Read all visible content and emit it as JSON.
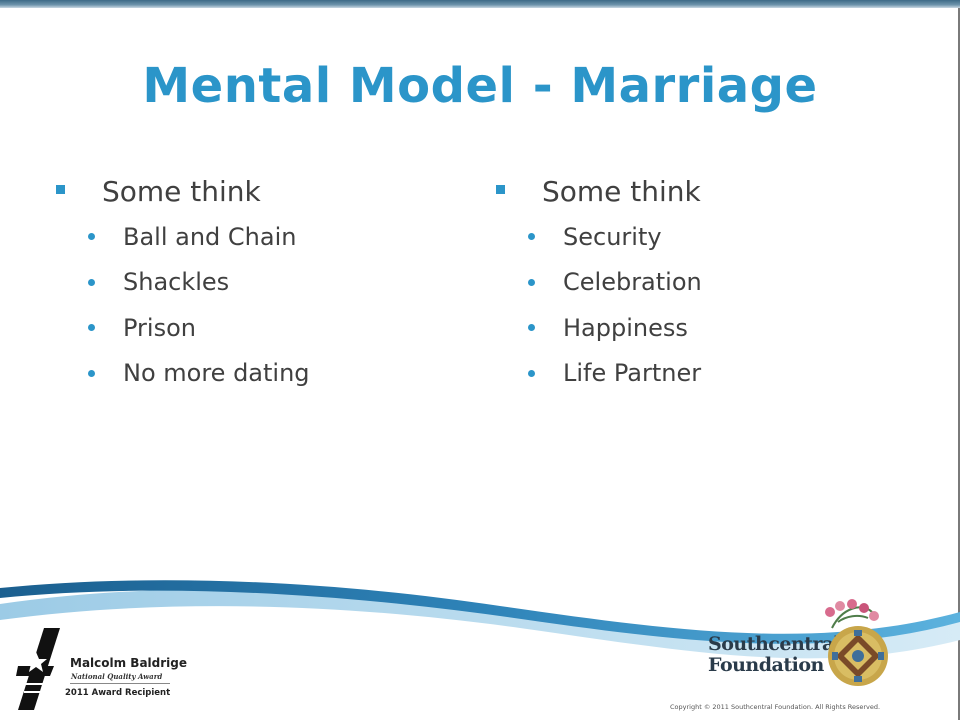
{
  "slide": {
    "title": "Mental Model - Marriage",
    "left_column": {
      "heading": "Some think",
      "items": [
        "Ball and Chain",
        "Shackles",
        "Prison",
        "No more dating"
      ]
    },
    "right_column": {
      "heading": "Some think",
      "items": [
        "Security",
        "Celebration",
        "Happiness",
        "Life Partner"
      ]
    }
  },
  "footer": {
    "baldrige_logo": {
      "name": "Malcolm Baldrige",
      "subtitle": "National Quality Award",
      "year_label": "2011 Award Recipient",
      "icon": "star-runner-icon"
    },
    "foundation_logo": {
      "name_line1": "Southcentral",
      "name_line2": "Foundation",
      "icon": "flower-basket-icon"
    },
    "copyright": "Copyright © 2011 Southcentral Foundation.  All Rights Reserved."
  },
  "colors": {
    "accent": "#2b95c9",
    "body_text": "#404040",
    "wave_dark": "#1b5f8f",
    "wave_light": "#5cb2de"
  }
}
